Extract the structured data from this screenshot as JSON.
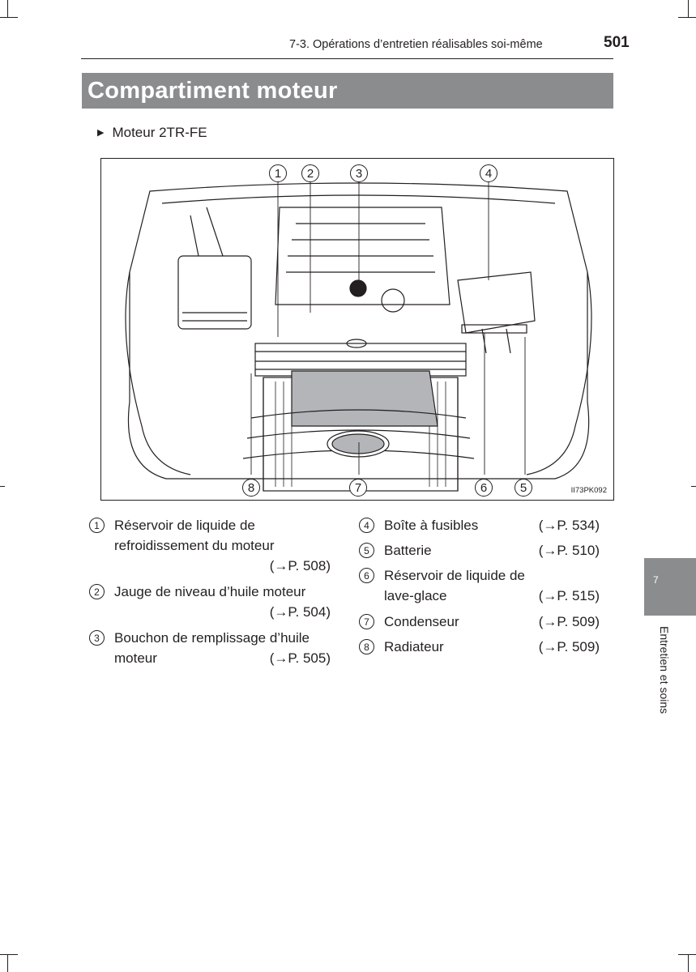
{
  "header": {
    "section": "7-3. Opérations d’entretien réalisables soi-même",
    "page_number": "501"
  },
  "title": "Compartiment moteur",
  "subheading": "Moteur 2TR-FE",
  "figure": {
    "code": "II73PK092",
    "callouts": [
      "1",
      "2",
      "3",
      "4",
      "5",
      "6",
      "7",
      "8"
    ]
  },
  "legend": [
    {
      "num": "1",
      "line1": "Réservoir de liquide de",
      "line2": "refroidissement du moteur",
      "ref": "(→P. 508)"
    },
    {
      "num": "2",
      "line1": "Jauge de niveau d’huile moteur",
      "ref": "(→P. 504)"
    },
    {
      "num": "3",
      "line1": "Bouchon de remplissage d’huile",
      "line2": "moteur",
      "ref": "(→P. 505)"
    },
    {
      "num": "4",
      "line1": "Boîte à fusibles",
      "ref": "(→P. 534)"
    },
    {
      "num": "5",
      "line1": "Batterie",
      "ref": "(→P. 510)"
    },
    {
      "num": "6",
      "line1": "Réservoir de liquide de",
      "line2": "lave-glace",
      "ref": "(→P. 515)"
    },
    {
      "num": "7",
      "line1": "Condenseur",
      "ref": "(→P. 509)"
    },
    {
      "num": "8",
      "line1": "Radiateur",
      "ref": "(→P. 509)"
    }
  ],
  "side_tab": {
    "number": "7",
    "label": "Entretien et soins"
  }
}
